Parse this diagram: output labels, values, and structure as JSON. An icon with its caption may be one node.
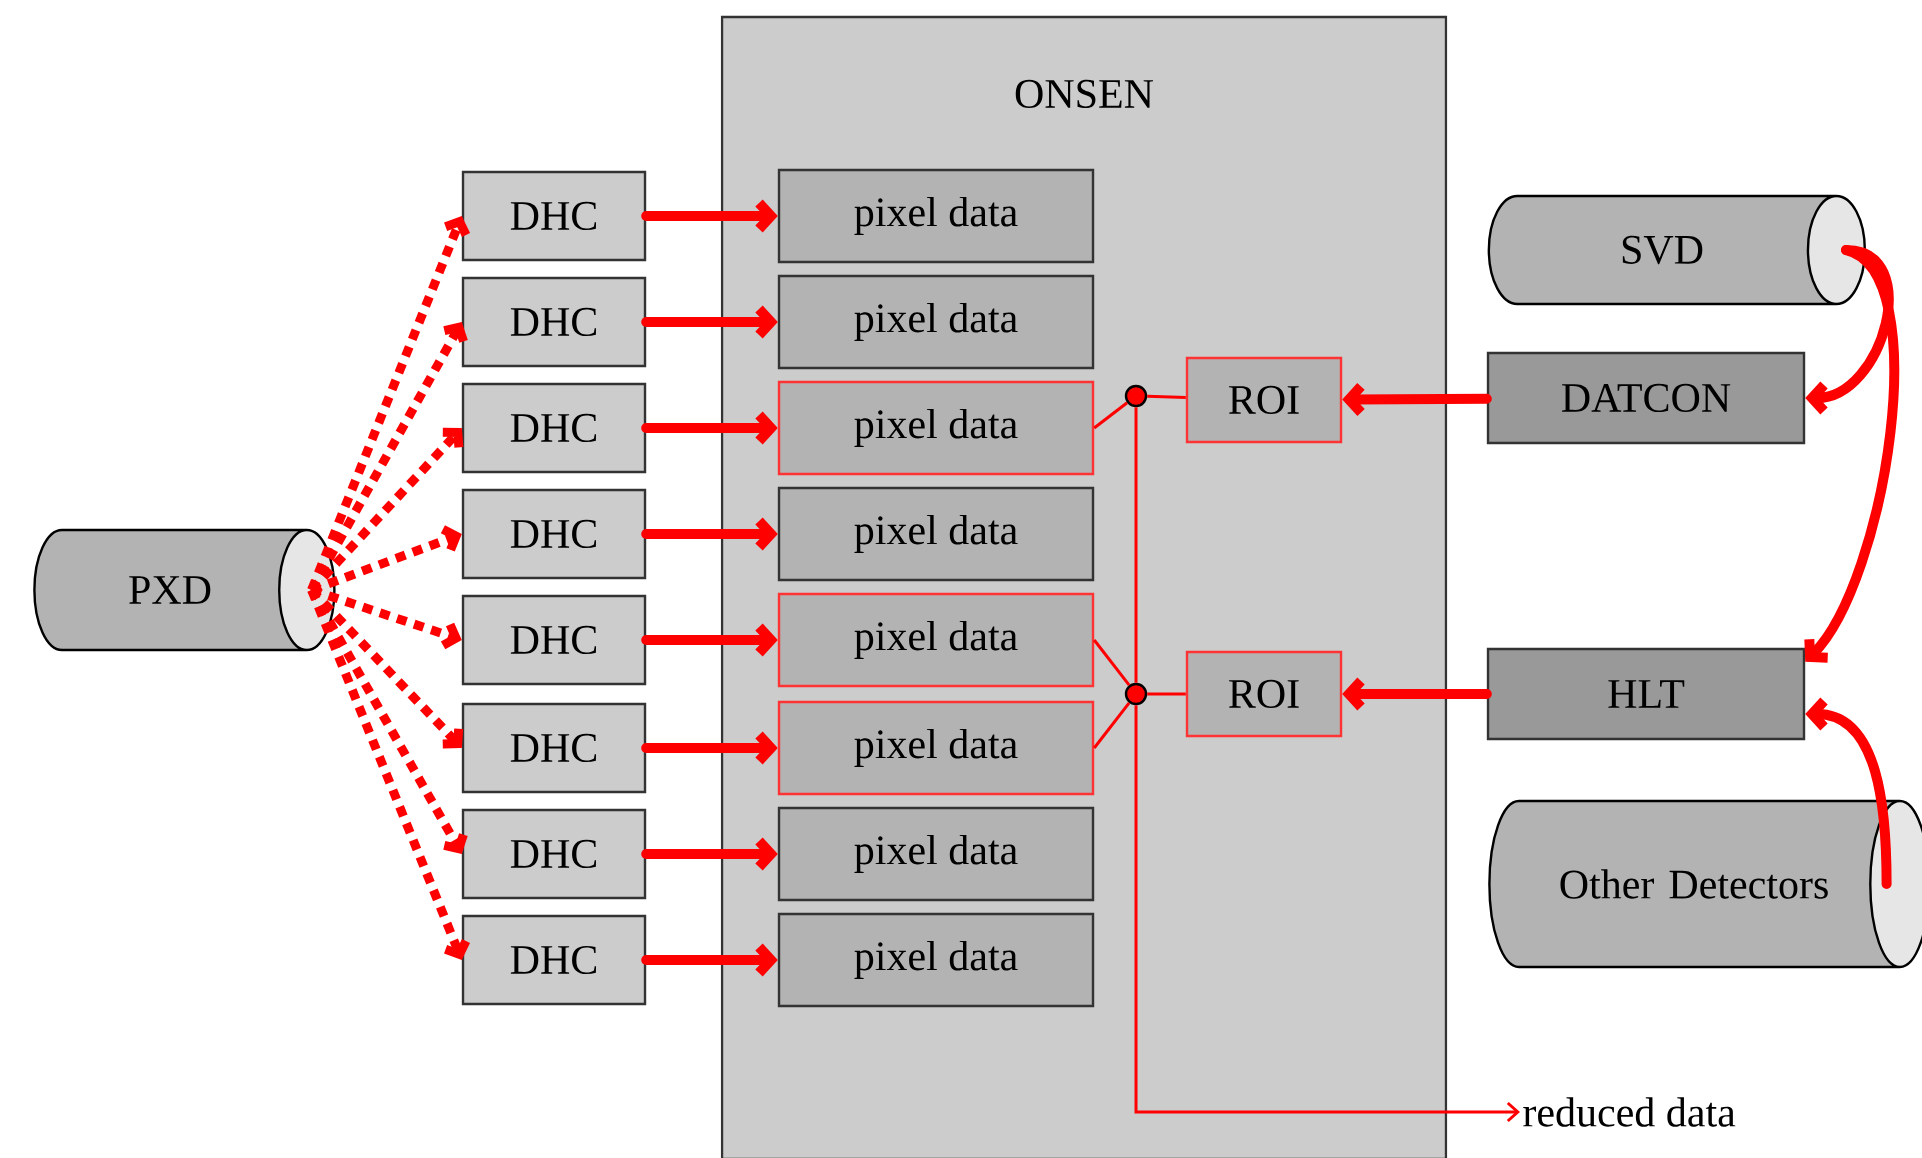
{
  "diagram": {
    "nodes": [
      {
        "text": [
          "ONSEN"
        ]
      },
      {
        "text": [
          "PXD"
        ]
      },
      {
        "text": [
          "DHC"
        ]
      },
      {
        "text": [
          "DHC"
        ]
      },
      {
        "text": [
          "DHC"
        ]
      },
      {
        "text": [
          "DHC"
        ]
      },
      {
        "text": [
          "DHC"
        ]
      },
      {
        "text": [
          "DHC"
        ]
      },
      {
        "text": [
          "DHC"
        ]
      },
      {
        "text": [
          "DHC"
        ]
      },
      {
        "text": [
          "pixel data"
        ],
        "in": 0
      },
      {
        "text": [
          "pixel data"
        ],
        "in": 0
      },
      {
        "text": [
          "pixel data"
        ],
        "in": 0
      },
      {
        "text": [
          "pixel data"
        ],
        "in": 0
      },
      {
        "text": [
          "pixel data"
        ],
        "in": 0
      },
      {
        "text": [
          "pixel data"
        ],
        "in": 0
      },
      {
        "text": [
          "pixel data"
        ],
        "in": 0
      },
      {
        "text": [
          "pixel data"
        ],
        "in": 0
      },
      {
        "text": [],
        "shape": "circle",
        "in": 0
      },
      {
        "text": [],
        "shape": "circle",
        "in": 0
      },
      {
        "text": [
          "ROI"
        ],
        "in": 0
      },
      {
        "text": [
          "ROI"
        ],
        "in": 0
      },
      {
        "text": [
          "SVD"
        ]
      },
      {
        "text": [
          "DATCON"
        ]
      },
      {
        "text": [
          "HLT"
        ]
      },
      {
        "text": [
          "Other Detectors"
        ]
      },
      {
        "text": [
          "reduced data"
        ]
      }
    ],
    "edges": [
      {
        "from": 1,
        "to": 2,
        "arrow": "to",
        "style": "dashed"
      },
      {
        "from": 1,
        "to": 3,
        "arrow": "to",
        "style": "dashed"
      },
      {
        "from": 1,
        "to": 4,
        "arrow": "to",
        "style": "dashed"
      },
      {
        "from": 1,
        "to": 5,
        "arrow": "to",
        "style": "dashed"
      },
      {
        "from": 1,
        "to": 6,
        "arrow": "to",
        "style": "dashed"
      },
      {
        "from": 1,
        "to": 7,
        "arrow": "to",
        "style": "dashed"
      },
      {
        "from": 1,
        "to": 8,
        "arrow": "to",
        "style": "dashed"
      },
      {
        "from": 1,
        "to": 9,
        "arrow": "to",
        "style": "dashed"
      },
      {
        "from": 2,
        "to": 10,
        "arrow": "to"
      },
      {
        "from": 3,
        "to": 11,
        "arrow": "to"
      },
      {
        "from": 4,
        "to": 12,
        "arrow": "to"
      },
      {
        "from": 5,
        "to": 13,
        "arrow": "to"
      },
      {
        "from": 6,
        "to": 14,
        "arrow": "to"
      },
      {
        "from": 7,
        "to": 15,
        "arrow": "to"
      },
      {
        "from": 8,
        "to": 16,
        "arrow": "to"
      },
      {
        "from": 9,
        "to": 17,
        "arrow": "to"
      },
      {
        "from": 12,
        "to": 18,
        "arrow": "none"
      },
      {
        "from": 14,
        "to": 19,
        "arrow": "none"
      },
      {
        "from": 15,
        "to": 19,
        "arrow": "none"
      },
      {
        "from": 18,
        "to": 20,
        "arrow": "none"
      },
      {
        "from": 19,
        "to": 21,
        "arrow": "none"
      },
      {
        "from": 18,
        "to": 19,
        "arrow": "none"
      },
      {
        "from": 19,
        "to": 26,
        "arrow": "to"
      },
      {
        "from": 23,
        "to": 20,
        "arrow": "to"
      },
      {
        "from": 24,
        "to": 21,
        "arrow": "to"
      },
      {
        "from": 22,
        "to": 23,
        "arrow": "to"
      },
      {
        "from": 22,
        "to": 24,
        "arrow": "to"
      },
      {
        "from": 25,
        "to": 24,
        "arrow": "to"
      }
    ]
  }
}
